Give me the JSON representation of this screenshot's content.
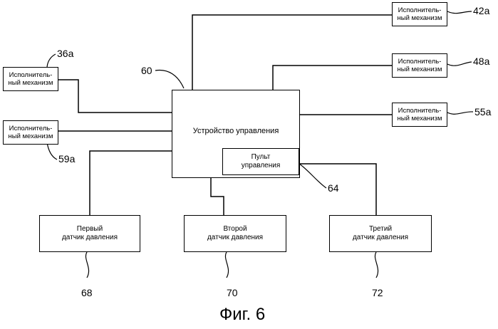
{
  "diagram": {
    "controller": {
      "label": "Устройство управления",
      "ref": "60"
    },
    "console": {
      "line1": "Пульт",
      "line2": "управления",
      "ref": "64"
    },
    "actuators": [
      {
        "line1": "Исполнитель-",
        "line2": "ный механизм",
        "ref": "42a"
      },
      {
        "line1": "Исполнитель-",
        "line2": "ный механизм",
        "ref": "48a"
      },
      {
        "line1": "Исполнитель-",
        "line2": "ный механизм",
        "ref": "55a"
      },
      {
        "line1": "Исполнитель-",
        "line2": "ный механизм",
        "ref": "36a"
      },
      {
        "line1": "Исполнитель-",
        "line2": "ный механизм",
        "ref": "59a"
      }
    ],
    "sensors": [
      {
        "line1": "Первый",
        "line2": "датчик давления",
        "ref": "68"
      },
      {
        "line1": "Второй",
        "line2": "датчик давления",
        "ref": "70"
      },
      {
        "line1": "Третий",
        "line2": "датчик давления",
        "ref": "72"
      }
    ],
    "caption": "Фиг. 6"
  }
}
